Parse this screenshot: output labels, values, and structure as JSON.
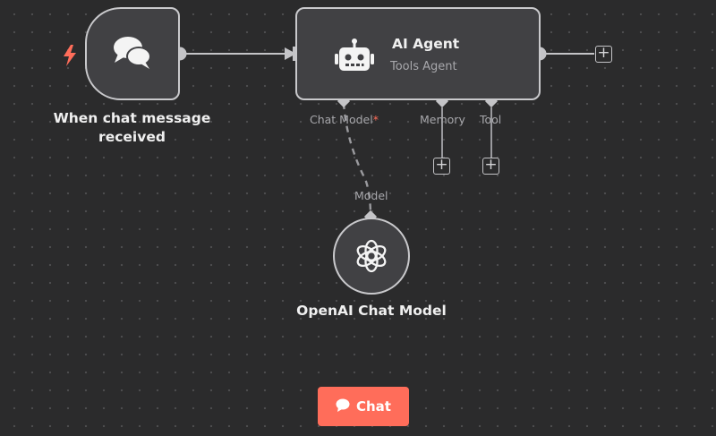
{
  "nodes": {
    "trigger": {
      "label": "When chat message received"
    },
    "agent": {
      "title": "AI Agent",
      "subtitle": "Tools Agent",
      "ports": {
        "chat_model": "Chat Model",
        "chat_model_required": "*",
        "memory": "Memory",
        "tool": "Tool"
      }
    },
    "openai": {
      "port_label": "Model",
      "label": "OpenAI Chat Model"
    }
  },
  "add_button_symbol": "+",
  "chat_button": {
    "label": "Chat"
  },
  "colors": {
    "background": "#2b2b2c",
    "node_fill": "#414144",
    "node_border": "#c9c9cc",
    "accent": "#ff6d5a",
    "muted_text": "#a7a7ab"
  }
}
